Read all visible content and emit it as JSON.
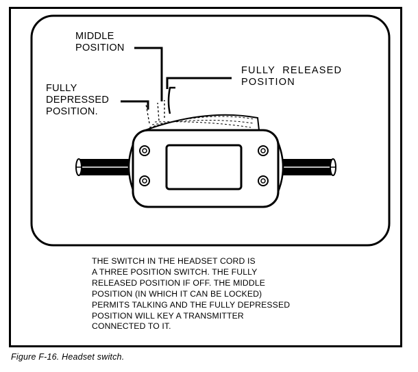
{
  "labels": {
    "middle_line1": "MIDDLE",
    "middle_line2": "POSITION",
    "released_line1": "FULLY  RELEASED",
    "released_line2": "POSITION",
    "depressed_line1": "FULLY",
    "depressed_line2": "DEPRESSED",
    "depressed_line3": "POSITION."
  },
  "description": [
    "THE SWITCH IN THE HEADSET CORD IS",
    "A THREE POSITION SWITCH. THE FULLY",
    "RELEASED POSITION IF OFF. THE MIDDLE",
    "POSITION (IN WHICH IT CAN BE LOCKED)",
    "PERMITS TALKING AND THE FULLY DEPRESSED",
    "POSITION WILL KEY A TRANSMITTER",
    "CONNECTED TO IT."
  ],
  "caption": "Figure F-16. Headset switch."
}
